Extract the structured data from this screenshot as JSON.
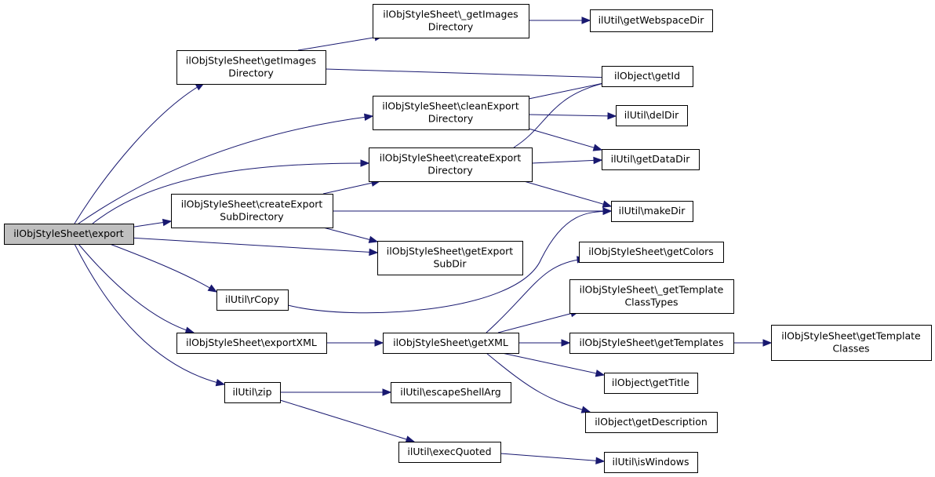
{
  "diagram": {
    "nodes": [
      {
        "id": "export",
        "lines": [
          "ilObjStyleSheet\\export"
        ],
        "root": true
      },
      {
        "id": "getImagesDirectory",
        "lines": [
          "ilObjStyleSheet\\getImages",
          "Directory"
        ]
      },
      {
        "id": "_getImagesDirectory",
        "lines": [
          "ilObjStyleSheet\\_getImages",
          "Directory"
        ]
      },
      {
        "id": "getWebspaceDir",
        "lines": [
          "ilUtil\\getWebspaceDir"
        ]
      },
      {
        "id": "getId",
        "lines": [
          "ilObject\\getId"
        ]
      },
      {
        "id": "cleanExportDirectory",
        "lines": [
          "ilObjStyleSheet\\cleanExport",
          "Directory"
        ]
      },
      {
        "id": "delDir",
        "lines": [
          "ilUtil\\delDir"
        ]
      },
      {
        "id": "createExportDirectory",
        "lines": [
          "ilObjStyleSheet\\createExport",
          "Directory"
        ]
      },
      {
        "id": "getDataDir",
        "lines": [
          "ilUtil\\getDataDir"
        ]
      },
      {
        "id": "createExportSubDirectory",
        "lines": [
          "ilObjStyleSheet\\createExport",
          "SubDirectory"
        ]
      },
      {
        "id": "makeDir",
        "lines": [
          "ilUtil\\makeDir"
        ]
      },
      {
        "id": "getExportSubDir",
        "lines": [
          "ilObjStyleSheet\\getExport",
          "SubDir"
        ]
      },
      {
        "id": "getColors",
        "lines": [
          "ilObjStyleSheet\\getColors"
        ]
      },
      {
        "id": "rCopy",
        "lines": [
          "ilUtil\\rCopy"
        ]
      },
      {
        "id": "_getTemplateClassTypes",
        "lines": [
          "ilObjStyleSheet\\_getTemplate",
          "ClassTypes"
        ]
      },
      {
        "id": "exportXML",
        "lines": [
          "ilObjStyleSheet\\exportXML"
        ]
      },
      {
        "id": "getXML",
        "lines": [
          "ilObjStyleSheet\\getXML"
        ]
      },
      {
        "id": "getTemplates",
        "lines": [
          "ilObjStyleSheet\\getTemplates"
        ]
      },
      {
        "id": "getTemplateClasses",
        "lines": [
          "ilObjStyleSheet\\getTemplate",
          "Classes"
        ]
      },
      {
        "id": "getTitle",
        "lines": [
          "ilObject\\getTitle"
        ]
      },
      {
        "id": "zip",
        "lines": [
          "ilUtil\\zip"
        ]
      },
      {
        "id": "escapeShellArg",
        "lines": [
          "ilUtil\\escapeShellArg"
        ]
      },
      {
        "id": "getDescription",
        "lines": [
          "ilObject\\getDescription"
        ]
      },
      {
        "id": "execQuoted",
        "lines": [
          "ilUtil\\execQuoted"
        ]
      },
      {
        "id": "isWindows",
        "lines": [
          "ilUtil\\isWindows"
        ]
      }
    ],
    "edges": [
      {
        "from": "export",
        "to": "getImagesDirectory"
      },
      {
        "from": "export",
        "to": "cleanExportDirectory"
      },
      {
        "from": "export",
        "to": "createExportDirectory"
      },
      {
        "from": "export",
        "to": "createExportSubDirectory"
      },
      {
        "from": "export",
        "to": "getExportSubDir"
      },
      {
        "from": "export",
        "to": "rCopy"
      },
      {
        "from": "export",
        "to": "exportXML"
      },
      {
        "from": "export",
        "to": "zip"
      },
      {
        "from": "getImagesDirectory",
        "to": "_getImagesDirectory"
      },
      {
        "from": "getImagesDirectory",
        "to": "getId"
      },
      {
        "from": "_getImagesDirectory",
        "to": "getWebspaceDir"
      },
      {
        "from": "cleanExportDirectory",
        "to": "getId"
      },
      {
        "from": "cleanExportDirectory",
        "to": "delDir"
      },
      {
        "from": "cleanExportDirectory",
        "to": "getDataDir"
      },
      {
        "from": "createExportDirectory",
        "to": "getId"
      },
      {
        "from": "createExportDirectory",
        "to": "getDataDir"
      },
      {
        "from": "createExportDirectory",
        "to": "makeDir"
      },
      {
        "from": "createExportSubDirectory",
        "to": "createExportDirectory"
      },
      {
        "from": "createExportSubDirectory",
        "to": "makeDir"
      },
      {
        "from": "createExportSubDirectory",
        "to": "getExportSubDir"
      },
      {
        "from": "rCopy",
        "to": "makeDir"
      },
      {
        "from": "exportXML",
        "to": "getXML"
      },
      {
        "from": "getXML",
        "to": "getColors"
      },
      {
        "from": "getXML",
        "to": "_getTemplateClassTypes"
      },
      {
        "from": "getXML",
        "to": "getTemplates"
      },
      {
        "from": "getXML",
        "to": "getTitle"
      },
      {
        "from": "getXML",
        "to": "getDescription"
      },
      {
        "from": "getTemplates",
        "to": "getTemplateClasses"
      },
      {
        "from": "zip",
        "to": "escapeShellArg"
      },
      {
        "from": "zip",
        "to": "execQuoted"
      },
      {
        "from": "execQuoted",
        "to": "isWindows"
      }
    ],
    "colors": {
      "edge": "#191970",
      "root_fill": "#bfbfbf",
      "node_fill": "#ffffff",
      "border": "#000000"
    }
  }
}
